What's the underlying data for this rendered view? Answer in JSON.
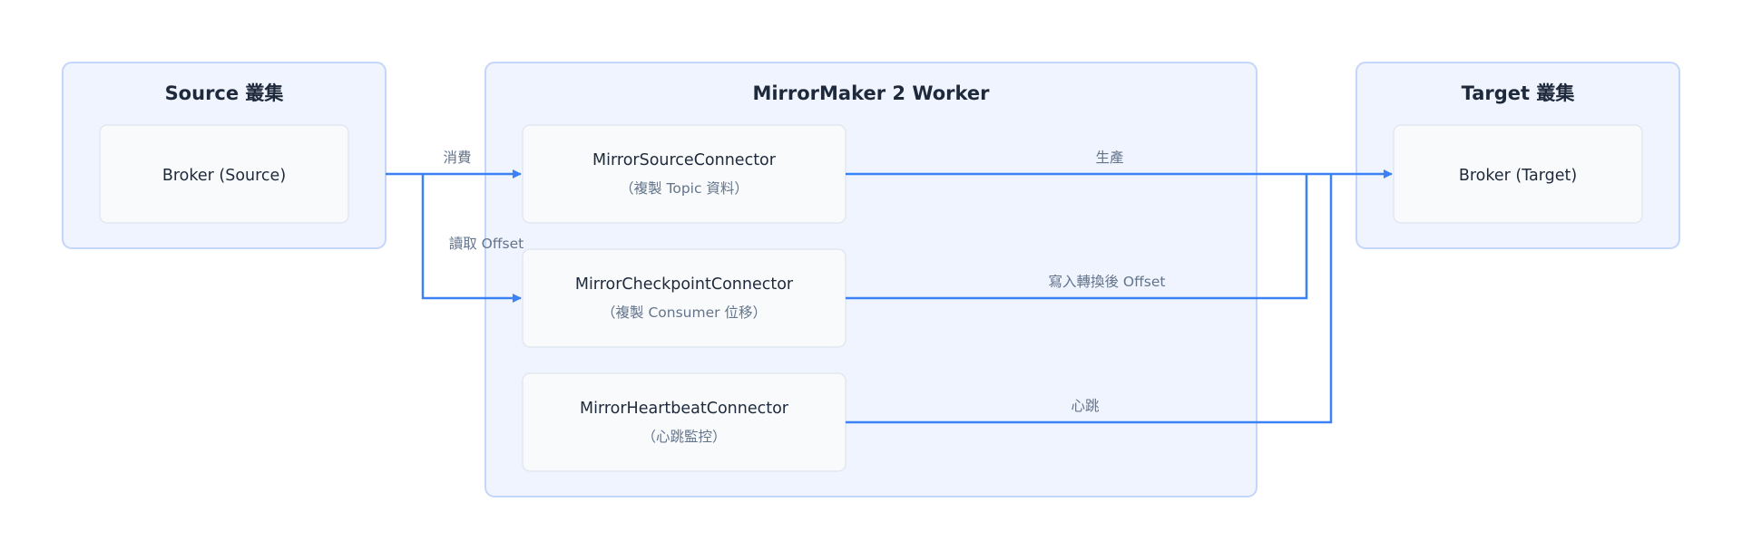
{
  "clusters": {
    "source": {
      "title": "Source 叢集"
    },
    "worker": {
      "title": "MirrorMaker 2 Worker"
    },
    "target": {
      "title": "Target 叢集"
    }
  },
  "nodes": {
    "broker_source": {
      "label": "Broker (Source)"
    },
    "source_connector": {
      "label": "MirrorSourceConnector",
      "sublabel": "（複製 Topic 資料）"
    },
    "checkpoint_connector": {
      "label": "MirrorCheckpointConnector",
      "sublabel": "（複製 Consumer 位移）"
    },
    "heartbeat_connector": {
      "label": "MirrorHeartbeatConnector",
      "sublabel": "（心跳監控）"
    },
    "broker_target": {
      "label": "Broker (Target)"
    }
  },
  "edges": {
    "consume": {
      "label": "消費"
    },
    "read_offset": {
      "label": "讀取 Offset"
    },
    "produce": {
      "label": "生產"
    },
    "write_offset": {
      "label": "寫入轉換後 Offset"
    },
    "heartbeat": {
      "label": "心跳"
    }
  },
  "colors": {
    "edge": "#3b82f6",
    "cluster_fill": "#eff4fe",
    "cluster_border": "#c5d6fb",
    "node_fill": "#f8fafc",
    "node_border": "#e2e8f0"
  }
}
